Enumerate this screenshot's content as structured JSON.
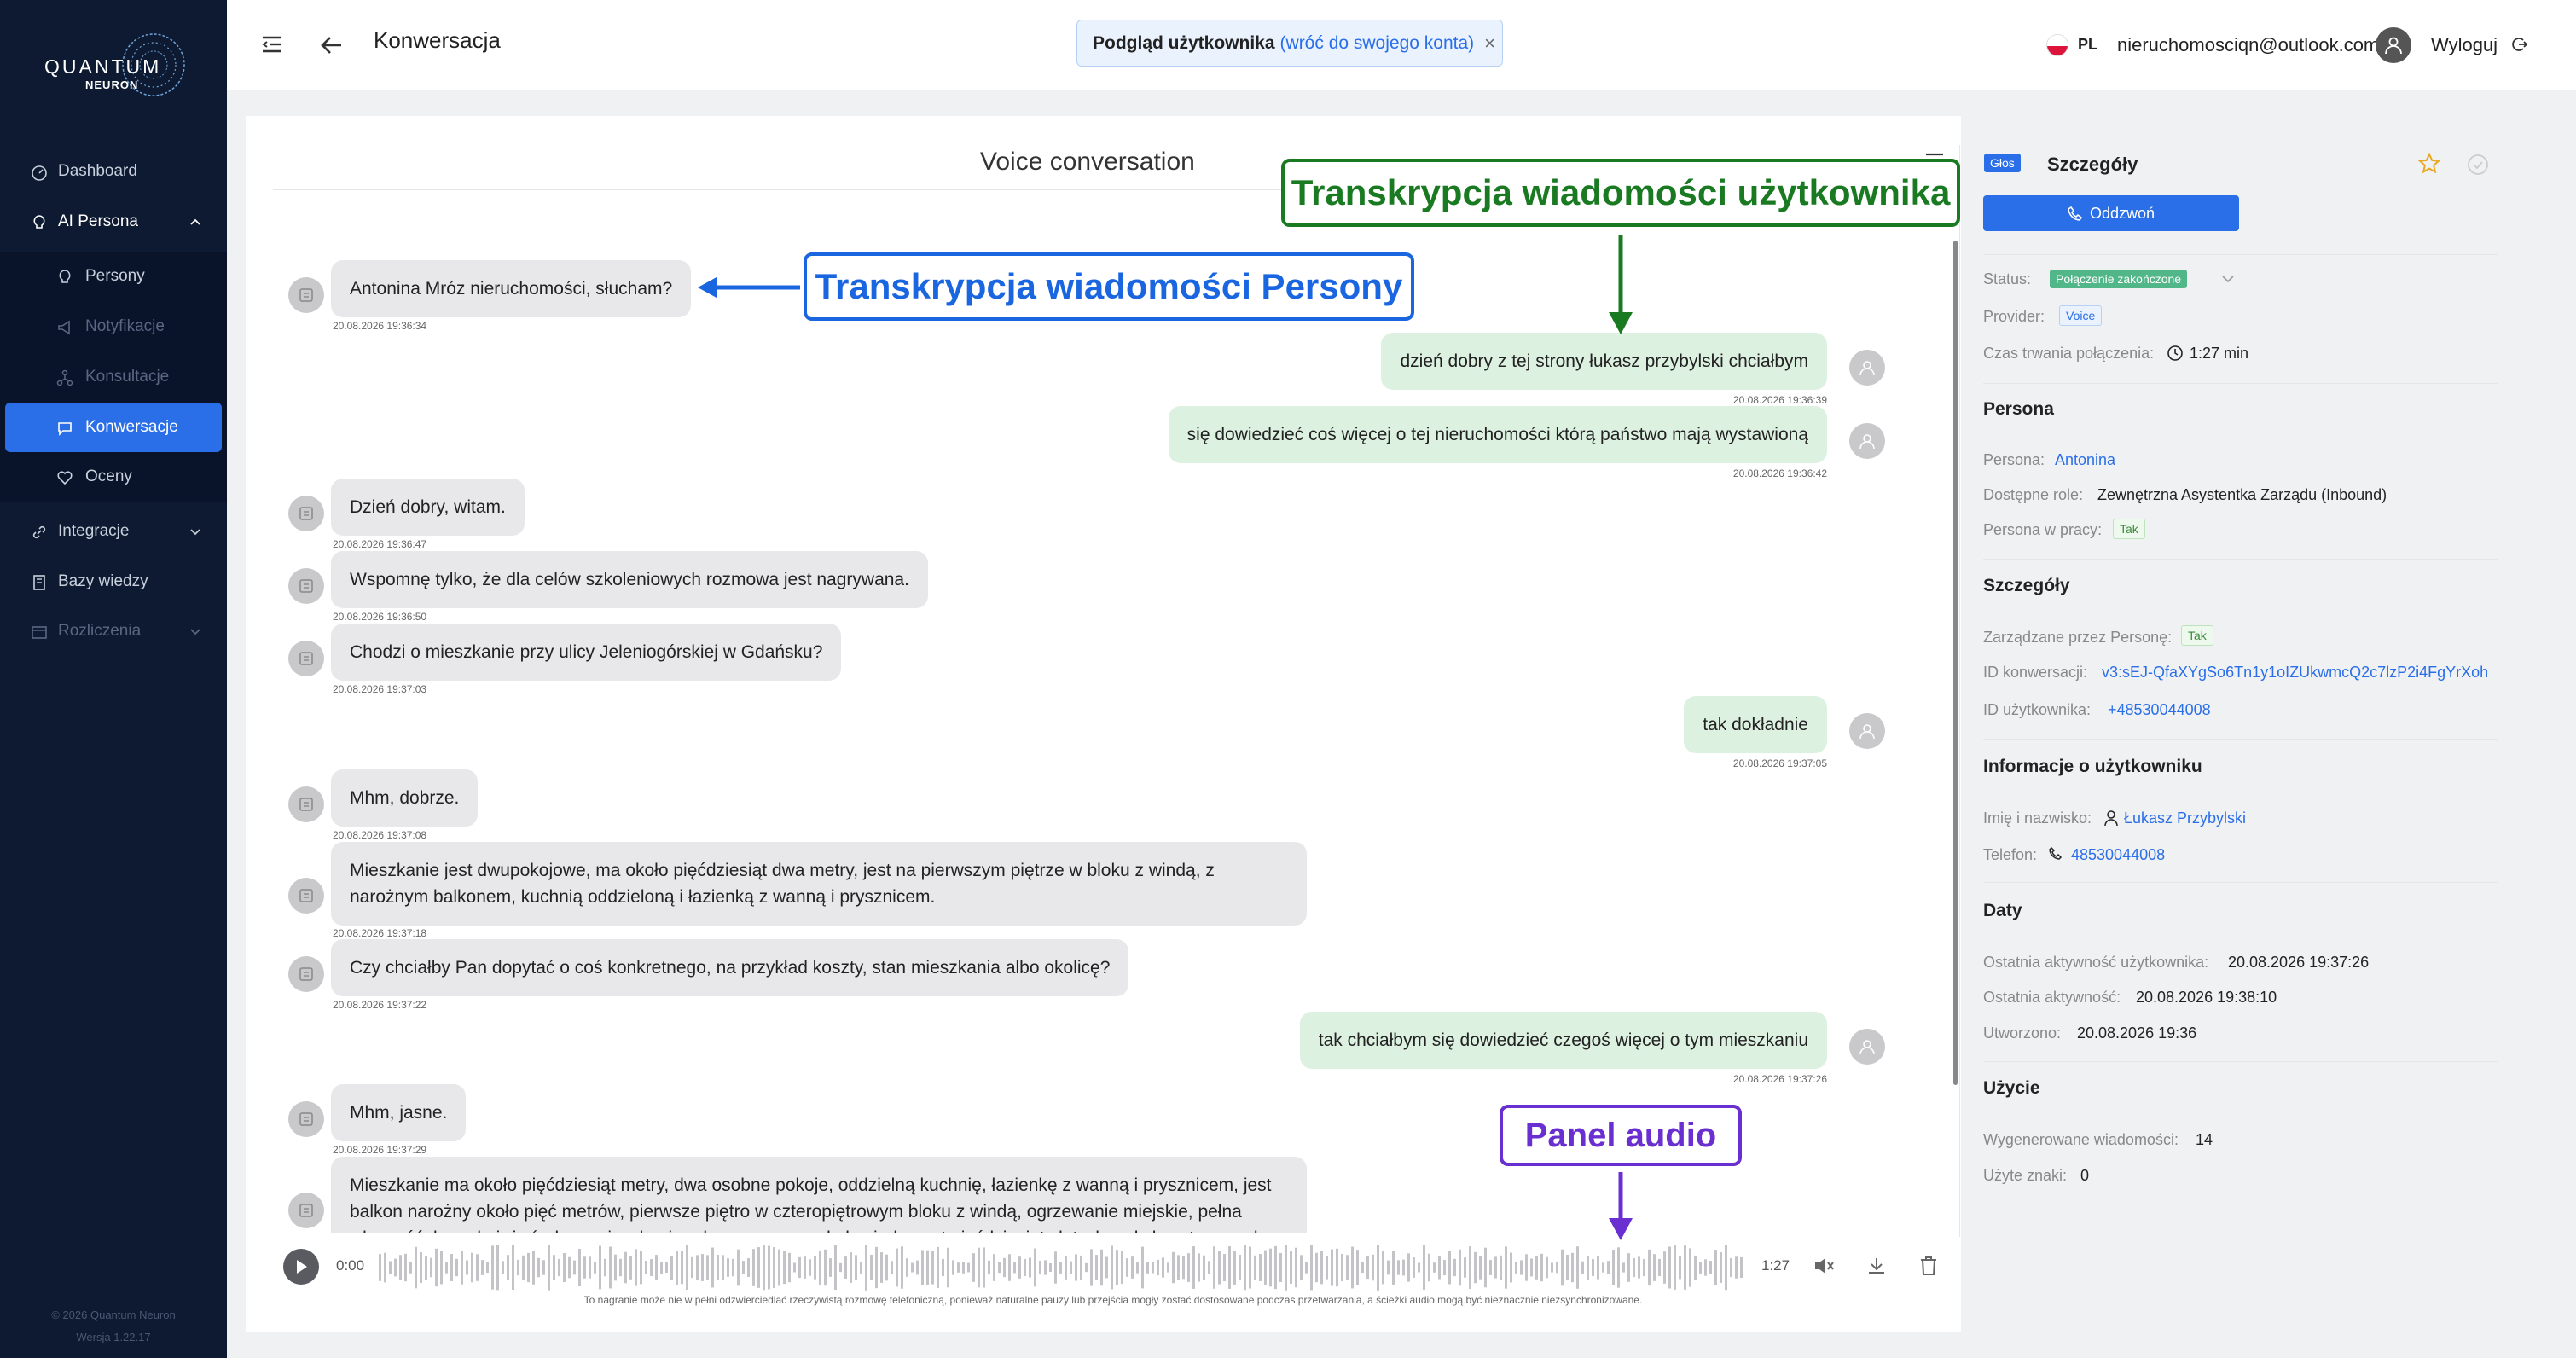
{
  "sidebar": {
    "logo_text": "QUANTUM",
    "logo_sub": "NEURON",
    "items": [
      {
        "label": "Dashboard",
        "icon": "dashboard-icon"
      },
      {
        "label": "AI Persona",
        "icon": "bulb-icon"
      },
      {
        "label": "Persony",
        "icon": "bulb-icon"
      },
      {
        "label": "Notyfikacje",
        "icon": "megaphone-icon"
      },
      {
        "label": "Konsultacje",
        "icon": "flow-icon"
      },
      {
        "label": "Konwersacje",
        "icon": "chat-icon"
      },
      {
        "label": "Oceny",
        "icon": "heart-icon"
      },
      {
        "label": "Integracje",
        "icon": "link-icon"
      },
      {
        "label": "Bazy wiedzy",
        "icon": "book-icon"
      },
      {
        "label": "Rozliczenia",
        "icon": "billing-icon"
      }
    ],
    "footer_copyright": "© 2026 Quantum Neuron",
    "footer_version": "Wersja 1.22.17"
  },
  "header": {
    "title": "Konwersacja",
    "banner_bold": "Podgląd użytkownika",
    "banner_link": "(wróć do swojego konta)",
    "banner_close": "×",
    "lang": "PL",
    "email": "nieruchomosciqn@outlook.com",
    "logout": "Wyloguj"
  },
  "conversation": {
    "title": "Voice conversation",
    "messages": [
      {
        "role": "persona",
        "text": "Antonina Mróz nieruchomości, słucham?",
        "time": "20.08.2026 19:36:34"
      },
      {
        "role": "user",
        "text": "dzień dobry z tej strony łukasz przybylski chciałbym",
        "time": "20.08.2026 19:36:39"
      },
      {
        "role": "user",
        "text": "się dowiedzieć coś więcej o tej nieruchomości którą państwo mają wystawioną",
        "time": "20.08.2026 19:36:42"
      },
      {
        "role": "persona",
        "text": "Dzień dobry, witam.",
        "time": "20.08.2026 19:36:47"
      },
      {
        "role": "persona",
        "text": "Wspomnę tylko, że dla celów szkoleniowych rozmowa jest nagrywana.",
        "time": "20.08.2026 19:36:50"
      },
      {
        "role": "persona",
        "text": "Chodzi o mieszkanie przy ulicy Jeleniogórskiej w Gdańsku?",
        "time": "20.08.2026 19:37:03"
      },
      {
        "role": "user",
        "text": "tak dokładnie",
        "time": "20.08.2026 19:37:05"
      },
      {
        "role": "persona",
        "text": "Mhm, dobrze.",
        "time": "20.08.2026 19:37:08"
      },
      {
        "role": "persona",
        "text": "Mieszkanie jest dwupokojowe, ma około pięćdziesiąt dwa metry, jest na pierwszym piętrze w bloku z windą, z narożnym balkonem, kuchnią oddzieloną i łazienką z wanną i prysznicem.",
        "time": "20.08.2026 19:37:18"
      },
      {
        "role": "persona",
        "text": "Czy chciałby Pan dopytać o coś konkretnego, na przykład koszty, stan mieszkania albo okolicę?",
        "time": "20.08.2026 19:37:22"
      },
      {
        "role": "user",
        "text": "tak chciałbym się dowiedzieć czegoś więcej o tym mieszkaniu",
        "time": "20.08.2026 19:37:26"
      },
      {
        "role": "persona",
        "text": "Mhm, jasne.",
        "time": "20.08.2026 19:37:29"
      },
      {
        "role": "persona",
        "text": "Mieszkanie ma około pięćdziesiąt metry, dwa osobne pokoje, oddzielną kuchnię, łazienkę z wanną i prysznicem, jest balkon narożny około pięć metrów, pierwsze piętro w czteropiętrowym bloku z windą, ogrzewanie miejskie, pełna własność, bez obciążeń, do zamieszkania od razu, czynsz około siedemset pięćdziesiąt złotych, cały koszty z prądem to",
        "time": ""
      }
    ],
    "audio": {
      "start": "0:00",
      "end": "1:27",
      "played_fraction": 0
    },
    "note": "To nagranie może nie w pełni odzwierciedlać rzeczywistą rozmowę telefoniczną, ponieważ naturalne pauzy lub przejścia mogły zostać dostosowane podczas przetwarzania, a ścieżki audio mogą być nieznacznie niezsynchronizowane."
  },
  "details": {
    "badge": "Głos",
    "title": "Szczegóły",
    "callback": "Oddzwoń",
    "status_label": "Status",
    "status_value": "Połączenie zakończone",
    "provider_label": "Provider",
    "provider_value": "Voice",
    "duration_label": "Czas trwania połączenia",
    "duration_value": "1:27 min",
    "persona_h": "Persona",
    "persona_label": "Persona",
    "persona_value": "Antonina",
    "roles_label": "Dostępne role",
    "roles_value": "Zewnętrzna Asystentka Zarządu (Inbound)",
    "atwork_label": "Persona w pracy",
    "atwork_value": "Tak",
    "details_h": "Szczegóły",
    "managed_label": "Zarządzane przez Personę",
    "managed_value": "Tak",
    "convid_label": "ID konwersacji",
    "convid_value": "v3:sEJ-QfaXYgSo6Tn1y1oIZUkwmcQ2c7lzP2i4FgYrXoh",
    "userid_label": "ID użytkownika",
    "userid_value": "+48530044008",
    "userinfo_h": "Informacje o użytkowniku",
    "name_label": "Imię i nazwisko",
    "name_value": "Łukasz Przybylski",
    "phone_label": "Telefon",
    "phone_value": "48530044008",
    "dates_h": "Daty",
    "lastuser_label": "Ostatnia aktywność użytkownika",
    "lastuser_value": "20.08.2026 19:37:26",
    "last_label": "Ostatnia aktywność",
    "last_value": "20.08.2026 19:38:10",
    "created_label": "Utworzono",
    "created_value": "20.08.2026 19:36",
    "usage_h": "Użycie",
    "gen_label": "Wygenerowane wiadomości",
    "gen_value": "14",
    "chars_label": "Użyte znaki",
    "chars_value": "0"
  },
  "annotations": {
    "persona": "Transkrypcja wiadomości Persony",
    "user": "Transkrypcja wiadomości użytkownika",
    "audio": "Panel audio"
  },
  "colors": {
    "sidebar": "#0d1a31",
    "accent": "#2a6ee8",
    "user_bubble": "#ddf1e1",
    "persona_bubble": "#e8e8ea",
    "annot_blue": "#1a66e0",
    "annot_green": "#1a7a22",
    "annot_purple": "#6a2fd0"
  }
}
